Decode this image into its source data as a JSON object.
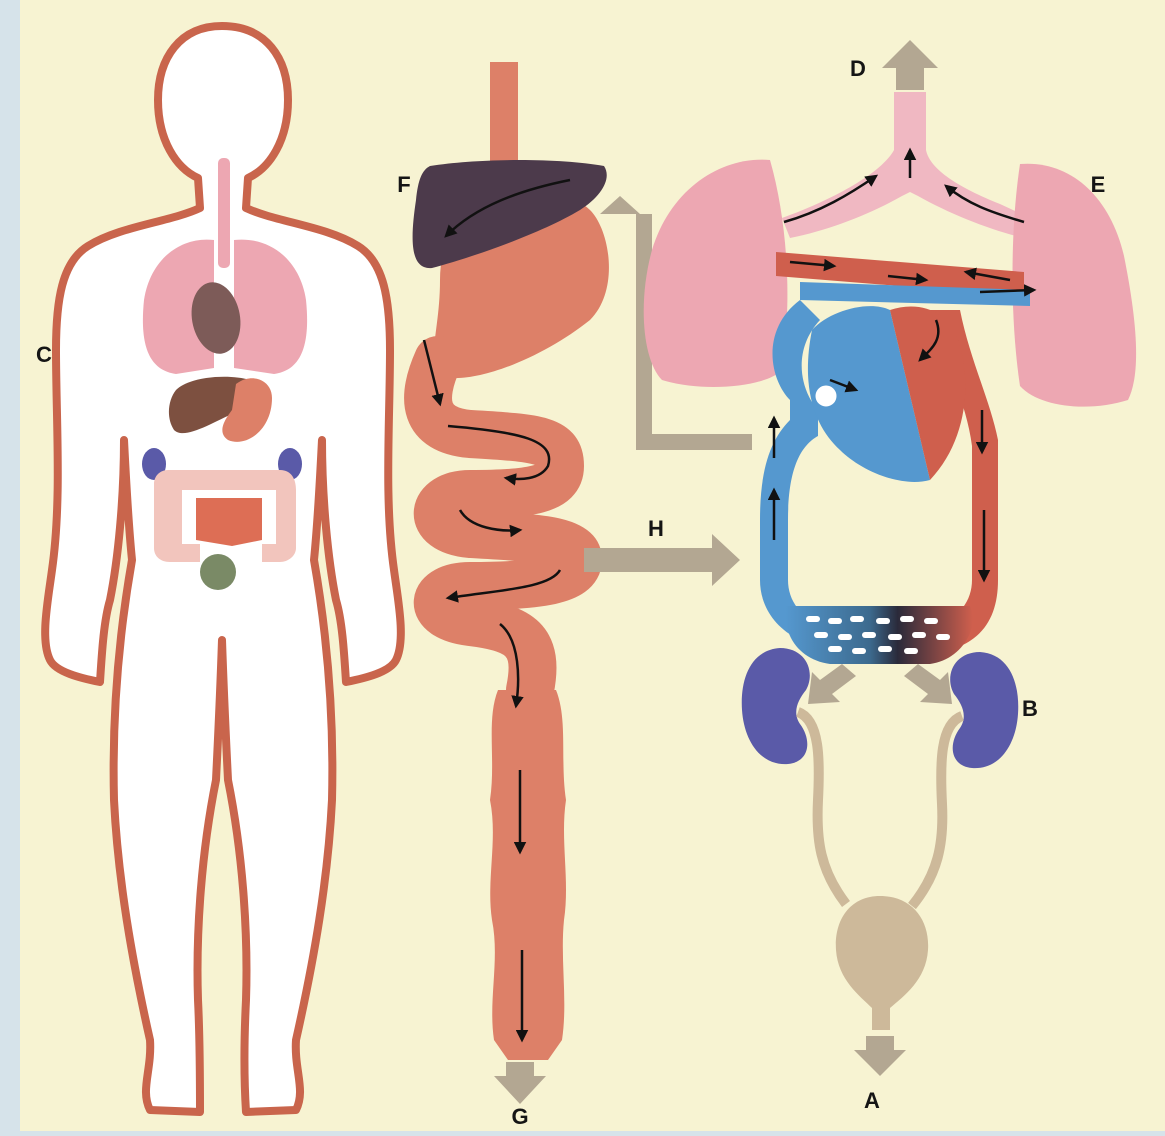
{
  "labels": {
    "a": "A",
    "b": "B",
    "c": "C",
    "d": "D",
    "e": "E",
    "f": "F",
    "g": "G",
    "h": "H"
  },
  "colors": {
    "paper": "#f7f3d2",
    "body_outline": "#c9654c",
    "gut": "#dd8068",
    "liver": "#4c3a4b",
    "lung": "#eda7b2",
    "trachea": "#f0b8c2",
    "vein_blue": "#5598cf",
    "artery_red": "#cf5f4d",
    "kidney": "#5a5aa8",
    "bladder": "#cdb99a",
    "arrow_grey": "#b3a792"
  }
}
